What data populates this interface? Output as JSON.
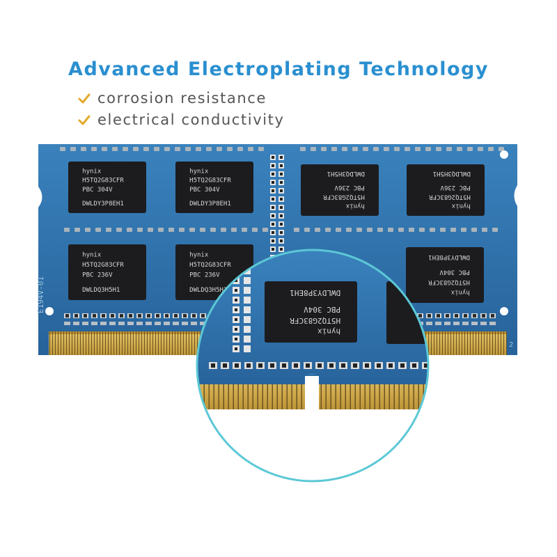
{
  "headline": "Advanced Electroplating Technology",
  "features": [
    {
      "label": "corrosion resistance",
      "icon": "checkmark-icon"
    },
    {
      "label": "electrical conductivity",
      "icon": "checkmark-icon"
    }
  ],
  "board": {
    "side_marking": "E194V-01",
    "corner_number": "2",
    "chips": [
      {
        "brand": "hynix",
        "part": "H5TQ2G83CFR",
        "grade": "PBC",
        "code": "304V",
        "lot": "DWLDY3P8EH1"
      },
      {
        "brand": "hynix",
        "part": "H5TQ2G83CFR",
        "grade": "PBC",
        "code": "304V",
        "lot": "DWLDY3P8EH1"
      },
      {
        "brand": "hynix",
        "part": "H5TQ2G83CFR",
        "grade": "PBC",
        "code": "236V",
        "lot": "DWLDQ3H5H1"
      },
      {
        "brand": "hynix",
        "part": "H5TQ2G83CFR",
        "grade": "PBC",
        "code": "236V",
        "lot": "DWLDQ3H5H1"
      },
      {
        "brand": "hynix",
        "part": "H5TQ2G83CFR",
        "grade": "PBC",
        "code": "236V",
        "lot": "DWLDQ3H5H1"
      },
      {
        "brand": "hynix",
        "part": "H5TQ2G83CFR",
        "grade": "PBC",
        "code": "236V",
        "lot": "DWLDQ3H5H1"
      },
      {
        "brand": "hynix",
        "part": "H5TQ2G83CFR",
        "grade": "PBC",
        "code": "304V",
        "lot": "DWLDY3P8EH1"
      }
    ],
    "magnified_chip": {
      "brand": "hynix",
      "part": "H5TQ2G83CFR",
      "grade": "PBC",
      "code": "304V",
      "lot": "DWLDY3P8EH1"
    }
  },
  "colors": {
    "headline": "#2a8fd0",
    "feature_text": "#555555",
    "checkmark": "#e3a92b",
    "pcb": "#2d6fa6",
    "chip": "#1c1c1f",
    "gold": "#c9a23f",
    "lens_ring": "#5cc8d6"
  }
}
